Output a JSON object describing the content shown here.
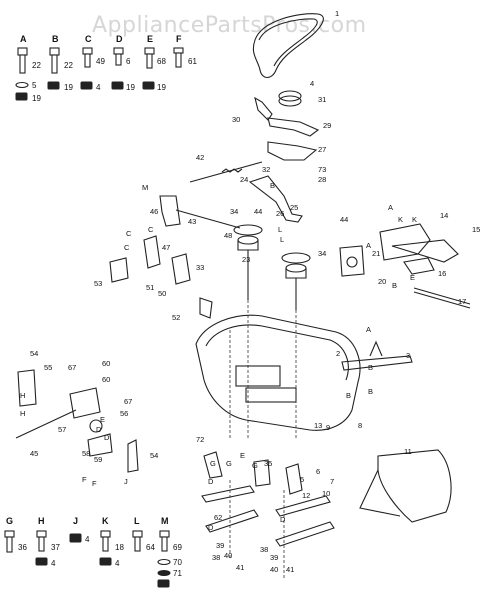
{
  "watermark": "AppliancePartsPros.com",
  "hardware_top": [
    {
      "letter": "A",
      "numbers": [
        "22",
        "5",
        "19"
      ]
    },
    {
      "letter": "B",
      "numbers": [
        "22",
        "19"
      ]
    },
    {
      "letter": "C",
      "numbers": [
        "49",
        "4"
      ]
    },
    {
      "letter": "D",
      "numbers": [
        "6",
        "19"
      ]
    },
    {
      "letter": "E",
      "numbers": [
        "68",
        "19"
      ]
    },
    {
      "letter": "F",
      "numbers": [
        "61"
      ]
    }
  ],
  "hardware_bottom": [
    {
      "letter": "G",
      "numbers": [
        "36"
      ]
    },
    {
      "letter": "H",
      "numbers": [
        "37",
        "4"
      ]
    },
    {
      "letter": "J",
      "numbers": [
        "4"
      ]
    },
    {
      "letter": "K",
      "numbers": [
        "18",
        "4"
      ]
    },
    {
      "letter": "L",
      "numbers": [
        "64"
      ]
    },
    {
      "letter": "M",
      "numbers": [
        "69",
        "70",
        "71"
      ]
    }
  ],
  "callouts": [
    "1",
    "4",
    "31",
    "30",
    "29",
    "27",
    "32",
    "73",
    "28",
    "42",
    "24",
    "25",
    "26",
    "46",
    "43",
    "44",
    "34",
    "23",
    "47",
    "48",
    "33",
    "53",
    "51",
    "50",
    "52",
    "44",
    "21",
    "34",
    "14",
    "15",
    "16",
    "20",
    "17",
    "2",
    "3",
    "54",
    "55",
    "67",
    "60",
    "60",
    "67",
    "56",
    "57",
    "58",
    "59",
    "45",
    "72",
    "54",
    "35",
    "13",
    "9",
    "8",
    "11",
    "10",
    "7",
    "12",
    "62",
    "39",
    "38",
    "40",
    "41",
    "38",
    "39",
    "40",
    "41",
    "5",
    "6"
  ],
  "ref_letters": [
    "M",
    "L",
    "K",
    "K",
    "A",
    "B",
    "B",
    "C",
    "C",
    "D",
    "E",
    "G",
    "G",
    "G",
    "H",
    "J",
    "F",
    "D",
    "B",
    "A",
    "B",
    "H",
    "D",
    "E",
    "L",
    "B",
    "E",
    "C",
    "F",
    "D",
    "D",
    "A"
  ]
}
